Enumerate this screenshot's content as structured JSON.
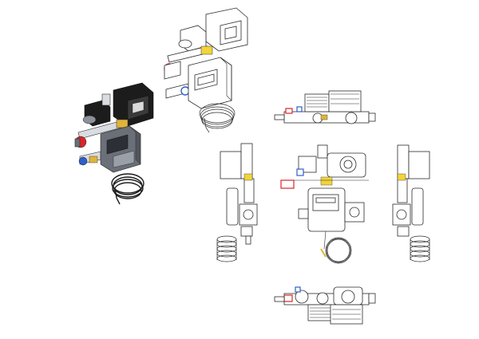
{
  "drawing": {
    "views": [
      {
        "id": "iso-front-shaded",
        "style": "shaded"
      },
      {
        "id": "iso-rear-line",
        "style": "line"
      },
      {
        "id": "view-top",
        "style": "line"
      },
      {
        "id": "view-left",
        "style": "line"
      },
      {
        "id": "view-front",
        "style": "line"
      },
      {
        "id": "view-right",
        "style": "line"
      },
      {
        "id": "view-bottom",
        "style": "line"
      }
    ],
    "colors": {
      "red_valve": "#d7262b",
      "blue_valve": "#2f5fc8",
      "brass": "#e0b43a",
      "yellow_tag": "#f2d43b",
      "housing_dark": "#1c1c1c",
      "housing_grey": "#6a6f78",
      "line": "#2a2a2a"
    }
  }
}
